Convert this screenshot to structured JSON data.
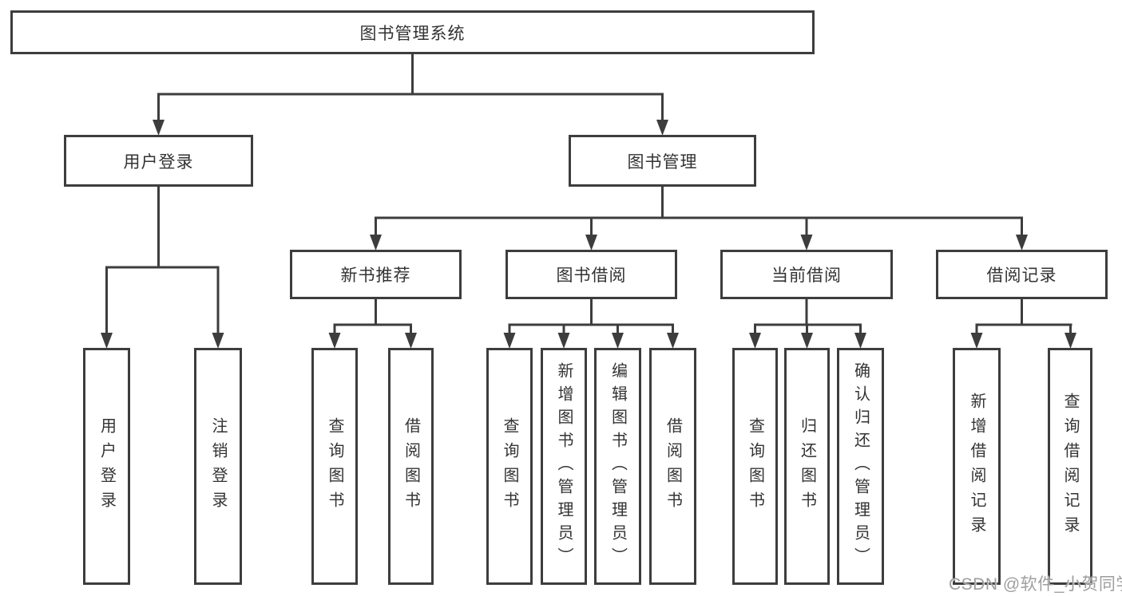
{
  "colors": {
    "line": "#3d3d3d",
    "box_border": "#3d3d3d",
    "text": "#333333",
    "background": "#ffffff",
    "watermark": "#9e9e9e"
  },
  "watermark": {
    "text": "CSDN @软件_小贺同学"
  },
  "tree": {
    "root": {
      "label": "图书管理系统",
      "children": [
        {
          "label": "用户登录",
          "children": [
            {
              "label": "用户登录"
            },
            {
              "label": "注销登录"
            }
          ]
        },
        {
          "label": "图书管理",
          "children": [
            {
              "label": "新书推荐",
              "children": [
                {
                  "label": "查询图书"
                },
                {
                  "label": "借阅图书"
                }
              ]
            },
            {
              "label": "图书借阅",
              "children": [
                {
                  "label": "查询图书"
                },
                {
                  "label": "新增图书（管理员）"
                },
                {
                  "label": "编辑图书（管理员）"
                },
                {
                  "label": "借阅图书"
                }
              ]
            },
            {
              "label": "当前借阅",
              "children": [
                {
                  "label": "查询图书"
                },
                {
                  "label": "归还图书"
                },
                {
                  "label": "确认归还（管理员）"
                }
              ]
            },
            {
              "label": "借阅记录",
              "children": [
                {
                  "label": "新增借阅记录"
                },
                {
                  "label": "查询借阅记录"
                }
              ]
            }
          ]
        }
      ]
    }
  }
}
